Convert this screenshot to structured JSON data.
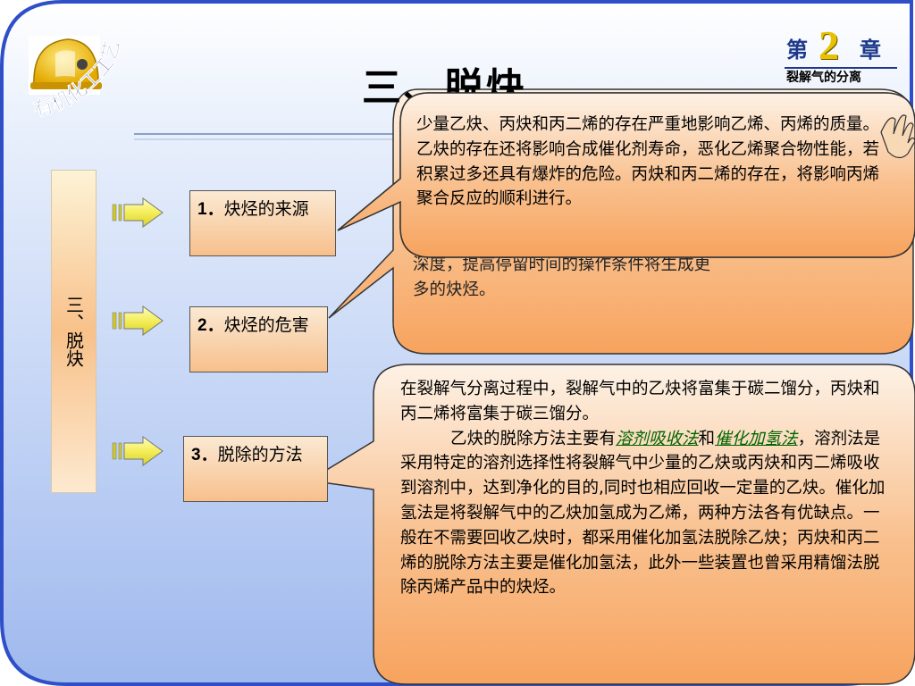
{
  "slide": {
    "title": "三、脱炔",
    "logo_text": "有机化工工艺",
    "side_label": "三、脱炔",
    "chapter": {
      "prefix": "第",
      "number": "2",
      "suffix": "章",
      "subtitle": "裂解气的分离"
    }
  },
  "topics": [
    {
      "num": "1．",
      "label": "炔烃的来源"
    },
    {
      "num": "2．",
      "label": "炔烃的危害"
    },
    {
      "num": "3．",
      "label": "脱除的方法"
    }
  ],
  "bubbles": {
    "hazard_text": "少量乙炔、丙炔和丙二烯的存在严重地影响乙烯、丙烯的质量。乙炔的存在还将影响合成催化剂寿命，恶化乙烯聚合物性能，若积累过多还具有爆炸的危险。丙炔和丙二烯的存在，将影响丙烯聚合反应的顺利进行。",
    "source_visible_line1": "深度，提高停留时间的操作条件将生成更",
    "source_visible_line2": "多的炔烃。",
    "method_text_1": "在裂解气分离过程中，裂解气中的乙炔将富集于碳二馏分，丙炔和丙二烯将富集于碳三馏分。",
    "method_text_2a": "乙炔的脱除方法主要有",
    "method_link_1": "溶剂吸收法",
    "method_text_2b": "和",
    "method_link_2": "催化加氢法",
    "method_text_2c": "，溶剂法是采用特定的溶剂选择性将裂解气中少量的乙炔或丙炔和丙二烯吸收到溶剂中，达到净化的目的,同时也相应回收一定量的乙炔。催化加氢法是将裂解气中的乙炔加氢成为乙烯，两种方法各有优缺点。一般在不需要回收乙炔时，都采用催化加氢法脱除乙炔；丙炔和丙二烯的脱除方法主要是催化加氢法，此外一些装置也曾采用精馏法脱除丙烯产品中的炔烃。"
  },
  "colors": {
    "frame_blue": "#3355cc",
    "panel_top": "#ffffff",
    "panel_bottom": "#a6bff0",
    "bubble_top": "#fdf0e2",
    "bubble_bottom": "#f8a866",
    "arrow_yellow": "#f3ef6a",
    "link_green": "#006400"
  }
}
